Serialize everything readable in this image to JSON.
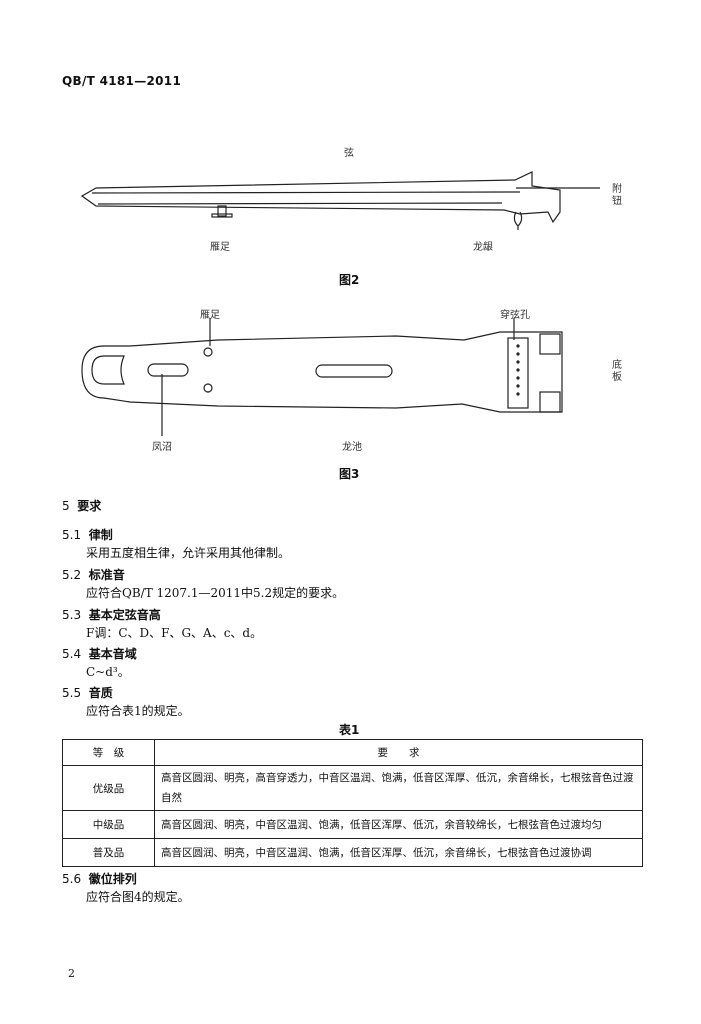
{
  "header": {
    "code": "QB/T 4181—2011"
  },
  "fig2": {
    "label_top": "弦",
    "label_right": "附钮",
    "label_left": "雁足",
    "label_mid": "龙龈",
    "caption": "图2"
  },
  "fig3": {
    "label_left_top": "雁足",
    "label_right_top": "穿弦孔",
    "label_right": "底板",
    "label_left_bottom": "凤沼",
    "label_mid": "龙池",
    "caption": "图3"
  },
  "sections": [
    {
      "num": "5",
      "title": "要求"
    },
    {
      "num": "5.1",
      "title": "律制",
      "body": "采用五度相生律，允许采用其他律制。"
    },
    {
      "num": "5.2",
      "title": "标准音",
      "body": "应符合QB/T 1207.1—2011中5.2规定的要求。"
    },
    {
      "num": "5.3",
      "title": "基本定弦音高",
      "body": "F调：C、D、F、G、A、c、d。"
    },
    {
      "num": "5.4",
      "title": "基本音域",
      "body": "C~d³。"
    },
    {
      "num": "5.5",
      "title": "音质",
      "body": "应符合表1的规定。"
    },
    {
      "num": "5.6",
      "title": "徽位排列",
      "body": "应符合图4的规定。"
    }
  ],
  "table1": {
    "title": "表1",
    "headers": [
      "等　级",
      "要　　求"
    ],
    "rows": [
      [
        "优级品",
        "高音区圆润、明亮，高音穿透力，中音区温润、饱满，低音区浑厚、低沉，余音绵长，七根弦音色过渡自然"
      ],
      [
        "中级品",
        "高音区圆润、明亮，中音区温润、饱满，低音区浑厚、低沉，余音较绵长，七根弦音色过渡均匀"
      ],
      [
        "普及品",
        "高音区圆润、明亮，中音区温润、饱满，低音区浑厚、低沉，余音绵长，七根弦音色过渡协调"
      ]
    ]
  },
  "page_number": "2"
}
